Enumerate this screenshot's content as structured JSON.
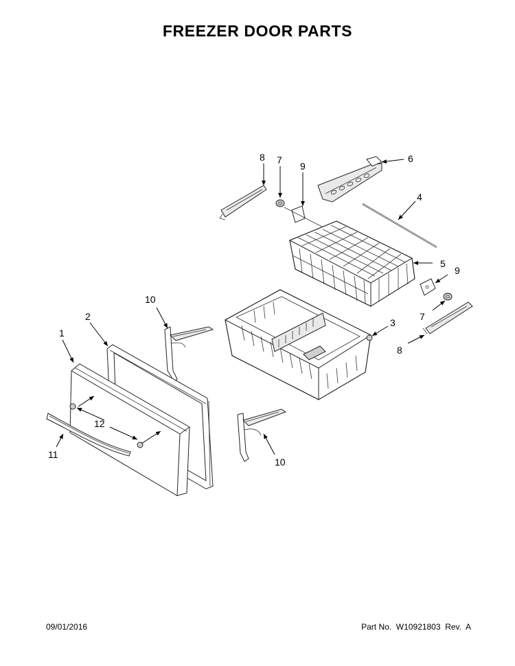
{
  "title": "FREEZER DOOR PARTS",
  "footer": {
    "date": "09/01/2016",
    "part_no": "Part No.  W10921803  Rev.  A"
  },
  "callouts": {
    "door_panel": "1",
    "door_gasket": "2",
    "lower_basket": "3",
    "basket_divider_rod": "4",
    "upper_wire_basket": "5",
    "basket_handle": "6",
    "wheel_top": "7",
    "wheel_right": "7",
    "slide_rail_top": "8",
    "slide_rail_right": "8",
    "rail_bracket_top": "9",
    "rail_bracket_right": "9",
    "door_bracket_upper": "10",
    "door_bracket_lower": "10",
    "door_handle": "11",
    "handle_screws": "12"
  }
}
